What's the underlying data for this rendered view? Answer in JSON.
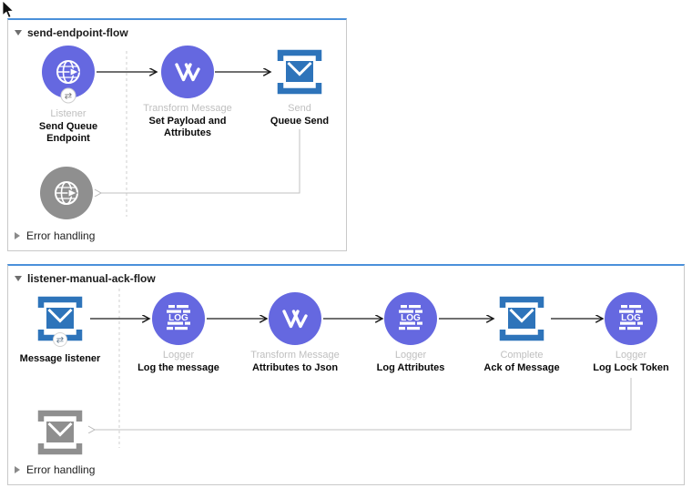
{
  "colors": {
    "node_purple": "#6568e0",
    "connector_blue": "#2e74ba",
    "flow_top_border_blue": "#4a90da",
    "flow_border_gray": "#c9c9c9",
    "disabled_gray": "#8f8f8f",
    "type_label_gray": "#bfbfbf"
  },
  "icons": {
    "logger_text": "LOG",
    "badge_exchange": "⇄"
  },
  "flows": [
    {
      "title": "send-endpoint-flow",
      "error_section_label": "Error handling",
      "nodes": [
        {
          "type_label": "Listener",
          "name": "Send Queue Endpoint"
        },
        {
          "type_label": "Transform Message",
          "name": "Set Payload and Attributes"
        },
        {
          "type_label": "Send",
          "name": "Queue Send"
        }
      ]
    },
    {
      "title": "listener-manual-ack-flow",
      "error_section_label": "Error handling",
      "nodes": [
        {
          "name": "Message listener"
        },
        {
          "type_label": "Logger",
          "name": "Log the message"
        },
        {
          "type_label": "Transform Message",
          "name": "Attributes to Json"
        },
        {
          "type_label": "Logger",
          "name": "Log Attributes"
        },
        {
          "type_label": "Complete",
          "name": "Ack of Message"
        },
        {
          "type_label": "Logger",
          "name": "Log Lock Token"
        }
      ]
    }
  ]
}
